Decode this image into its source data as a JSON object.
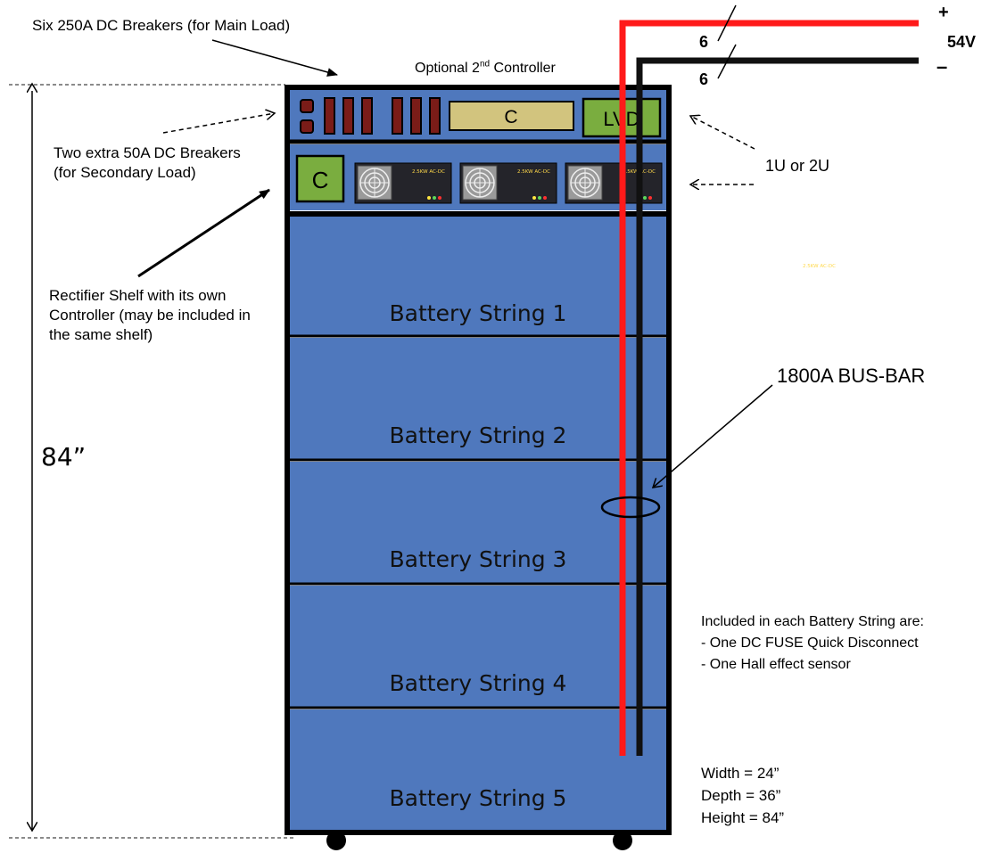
{
  "annotations": {
    "main_breakers": "Six 250A DC Breakers (for Main Load)",
    "controller2_prefix": "Optional 2",
    "controller2_sup": "nd",
    "controller2_suffix": " Controller",
    "extra_breakers_line1": "Two extra 50A DC Breakers",
    "extra_breakers_line2": "(for Secondary Load)",
    "rectifier_line1": "Rectifier Shelf with its own",
    "rectifier_line2": "Controller (may be included in",
    "rectifier_line3": "the same shelf)",
    "rack_units": "1U or 2U",
    "busbar": "1800A  BUS-BAR",
    "height_dim": "84”"
  },
  "wiring": {
    "positive_symbol": "+",
    "negative_symbol": "–",
    "voltage": "54V",
    "positive_gauge": "6",
    "negative_gauge": "6",
    "positive_color": "#ff1a1a",
    "negative_color": "#111111"
  },
  "cabinet": {
    "controller_label": "C",
    "lvd_label": "LVD",
    "rectifier_controller_label": "C",
    "rectifier_text": "2.5KW AC-DC",
    "stray_text": "2.5KW AC-DC",
    "battery_color": "#4f78bd",
    "controller_color": "#d2c47e",
    "lvd_color": "#7aad3f",
    "breaker_color": "#7a1c18",
    "battery_strings": [
      "Battery String 1",
      "Battery String 2",
      "Battery String 3",
      "Battery String 4",
      "Battery String 5"
    ]
  },
  "notes": {
    "heading": "Included in each Battery String are:",
    "items": [
      "-  One DC FUSE Quick Disconnect",
      "-  One Hall effect sensor"
    ]
  },
  "dimensions": [
    "Width = 24”",
    "Depth = 36”",
    "Height = 84”"
  ]
}
